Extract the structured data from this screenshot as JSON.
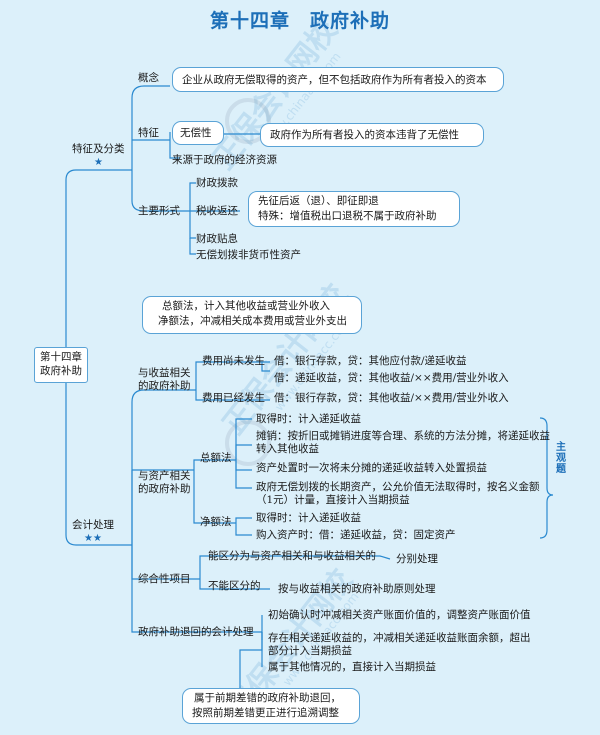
{
  "title": "第十四章　政府补助",
  "root": {
    "line1": "第十四章",
    "line2": "政府补助"
  },
  "watermark": {
    "text": "正保会计网校",
    "url": "www.chinaacc.com"
  },
  "features": {
    "label": "特征及分类",
    "stars": "★",
    "concept_label": "概念",
    "concept_text": "企业从政府无偿取得的资产，但不包括政府作为所有者投入的资本",
    "traits_label": "特征",
    "trait_free": "无偿性",
    "trait_free_note": "政府作为所有者投入的资本违背了无偿性",
    "trait_source": "来源于政府的经济资源",
    "forms_label": "主要形式",
    "form_grant": "财政拨款",
    "form_refund": "税收返还",
    "refund_note1": "先征后返（退）、即征即退",
    "refund_note2": "特殊：增值税出口退税不属于政府补助",
    "form_interest": "财政贴息",
    "form_nonmonetary": "无偿划拨非货币性资产"
  },
  "accounting": {
    "label": "会计处理",
    "stars": "★★",
    "methods_line1": "总额法，计入其他收益或营业外收入",
    "methods_line2": "净额法，冲减相关成本费用或营业外支出",
    "income": {
      "label_line1": "与收益相关",
      "label_line2": "的政府补助",
      "not_incurred": "费用尚未发生",
      "not_incurred_entry1": "借：银行存款，贷：其他应付款/递延收益",
      "not_incurred_entry2": "借：递延收益，贷：其他收益/××费用/营业外收入",
      "incurred": "费用已经发生",
      "incurred_entry": "借：银行存款，贷：其他收益/××费用/营业外收入"
    },
    "asset": {
      "label_line1": "与资产相关",
      "label_line2": "的政府补助",
      "gross": "总额法",
      "gross_receive": "取得时：计入递延收益",
      "gross_amortize1": "摊销：按折旧或摊销进度等合理、系统的方法分摊，将递延收益",
      "gross_amortize2": "转入其他收益",
      "gross_dispose": "资产处置时一次将未分摊的递延收益转入处置损益",
      "gross_nominal1": "政府无偿划拨的长期资产，公允价值无法取得时，按名义金额",
      "gross_nominal2": "（1元）计量，直接计入当期损益",
      "net": "净额法",
      "net_receive": "取得时：计入递延收益",
      "net_purchase": "购入资产时：借：递延收益，贷：固定资产",
      "key_mark": "主观题"
    },
    "composite": {
      "label": "综合性项目",
      "divisible": "能区分为与资产相关和与收益相关的",
      "divisible_result": "分别处理",
      "indivisible": "不能区分的",
      "indivisible_result": "按与收益相关的政府补助原则处理"
    },
    "refund": {
      "label": "政府补助退回的会计处理",
      "case1": "初始确认时冲减相关资产账面价值的，调整资产账面价值",
      "case2_line1": "存在相关递延收益的，冲减相关递延收益账面余额，超出",
      "case2_line2": "部分计入当期损益",
      "case3": "属于其他情况的，直接计入当期损益",
      "note_line1": "属于前期差错的政府补助退回，",
      "note_line2": "按照前期差错更正进行追溯调整"
    }
  }
}
